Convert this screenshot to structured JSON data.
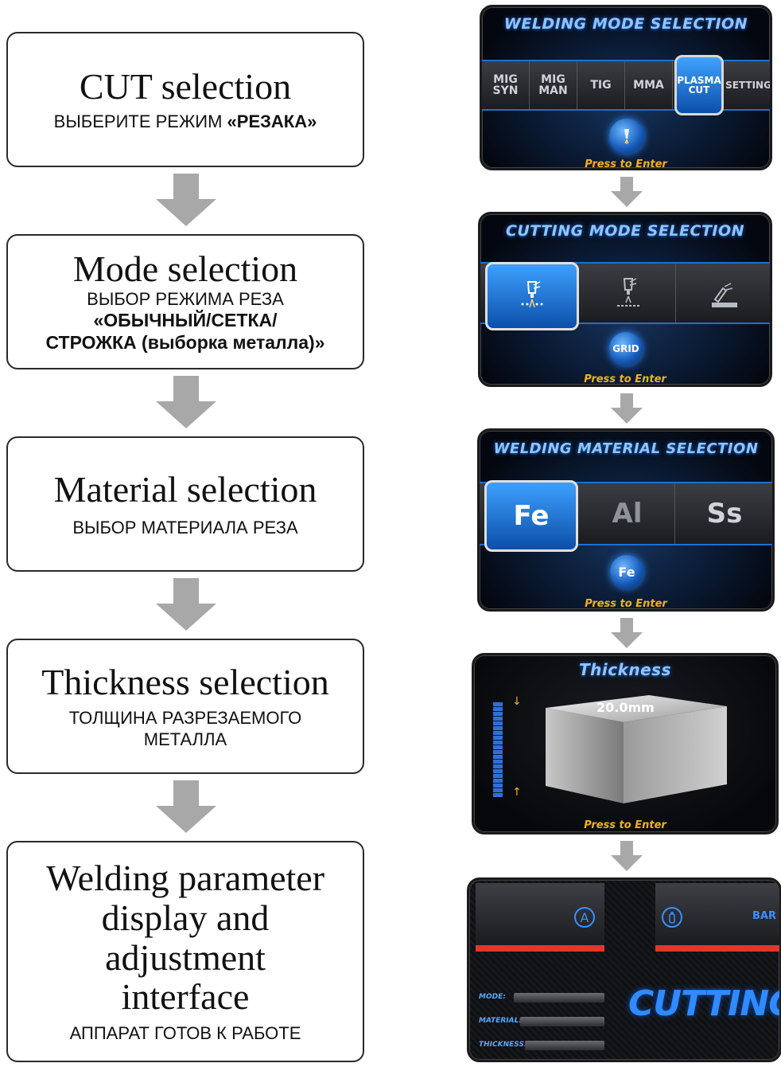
{
  "steps": [
    {
      "title": "CUT selection",
      "sub_plain": "ВЫБЕРИТЕ РЕЖИМ ",
      "sub_bold": "«РЕЗАКА»"
    },
    {
      "title": "Mode selection",
      "sub_line1": "ВЫБОР РЕЖИМА РЕЗА",
      "sub_line2": "«ОБЫЧНЫЙ/СЕТКА/",
      "sub_line3": "СТРОЖКА (выборка металла)»"
    },
    {
      "title": "Material selection",
      "sub": "ВЫБОР МАТЕРИАЛА РЕЗА"
    },
    {
      "title": "Thickness selection",
      "sub_line1": "ТОЛЩИНА РАЗРЕЗАЕМОГО",
      "sub_line2": "МЕТАЛЛА"
    },
    {
      "title_line1": "Welding parameter",
      "title_line2": "display and",
      "title_line3": "adjustment",
      "title_line4": "interface",
      "sub": "АППАРАТ ГОТОВ К РАБОТЕ"
    }
  ],
  "screens": {
    "welding_mode": {
      "title": "WELDING MODE SELECTION",
      "tabs": [
        {
          "line1": "MIG",
          "line2": "SYN"
        },
        {
          "line1": "MIG",
          "line2": "MAN"
        },
        {
          "line1": "TIG",
          "line2": ""
        },
        {
          "line1": "MMA",
          "line2": ""
        },
        {
          "line1": "PLASMA",
          "line2": "CUT"
        },
        {
          "line1": "SETTING",
          "line2": ""
        }
      ],
      "selected": "PLASMA CUT",
      "press": "Press to Enter"
    },
    "cutting_mode": {
      "title": "CUTTING MODE SELECTION",
      "button": "GRID",
      "press": "Press to Enter"
    },
    "material": {
      "title": "WELDING MATERIAL SELECTION",
      "options": [
        "Fe",
        "Al",
        "Ss"
      ],
      "button": "Fe",
      "press": "Press to Enter"
    },
    "thickness": {
      "title": "Thickness",
      "value": "20.0mm",
      "press": "Press to Enter"
    },
    "params": {
      "unit": "BAR",
      "mode_label": "MODE:",
      "material_label": "MATERIAL:",
      "thickness_label": "THICKNESS:",
      "big_text": "CUTTING"
    }
  },
  "colors": {
    "accent_blue": "#1e6fd0",
    "press_gold": "#f2b21a",
    "red_bar": "#e2362a",
    "arrow_gray": "#a8a8a8"
  }
}
